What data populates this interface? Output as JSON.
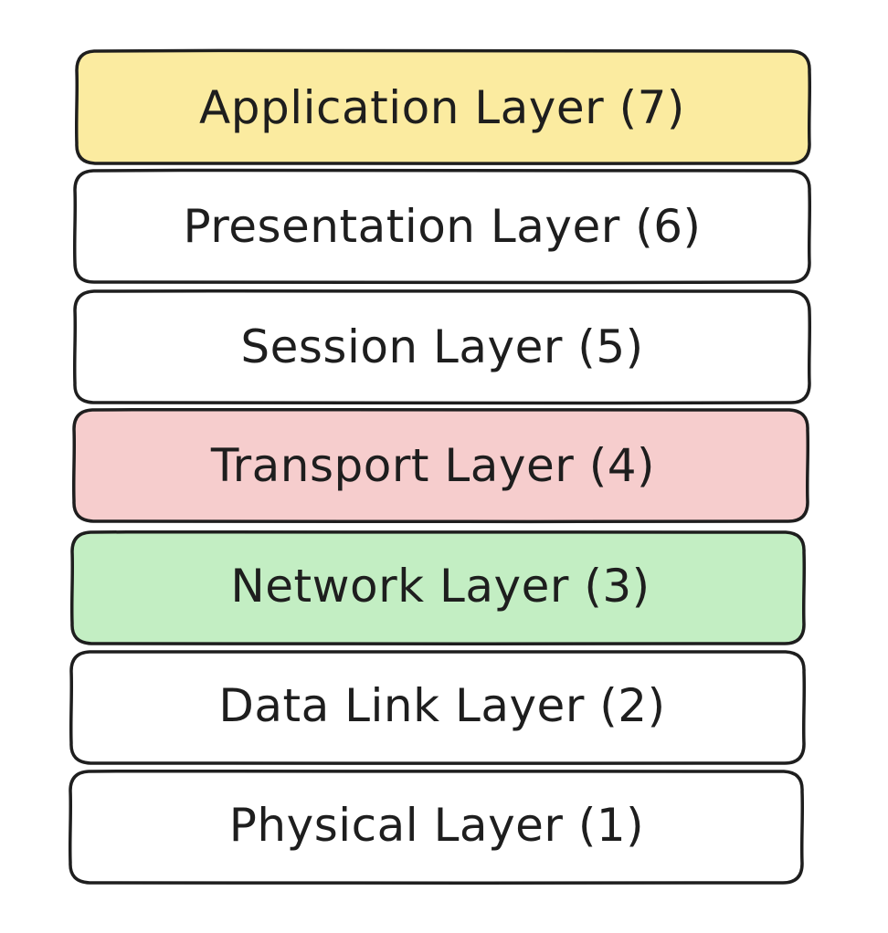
{
  "diagram": {
    "layers": [
      {
        "label": "Application Layer (7)",
        "fill": "#fbeba0"
      },
      {
        "label": "Presentation Layer (6)",
        "fill": "#ffffff"
      },
      {
        "label": "Session Layer (5)",
        "fill": "#ffffff"
      },
      {
        "label": "Transport Layer (4)",
        "fill": "#f6cdcd"
      },
      {
        "label": "Network Layer (3)",
        "fill": "#c3eec3"
      },
      {
        "label": "Data Link Layer (2)",
        "fill": "#ffffff"
      },
      {
        "label": "Physical Layer (1)",
        "fill": "#ffffff"
      }
    ]
  }
}
